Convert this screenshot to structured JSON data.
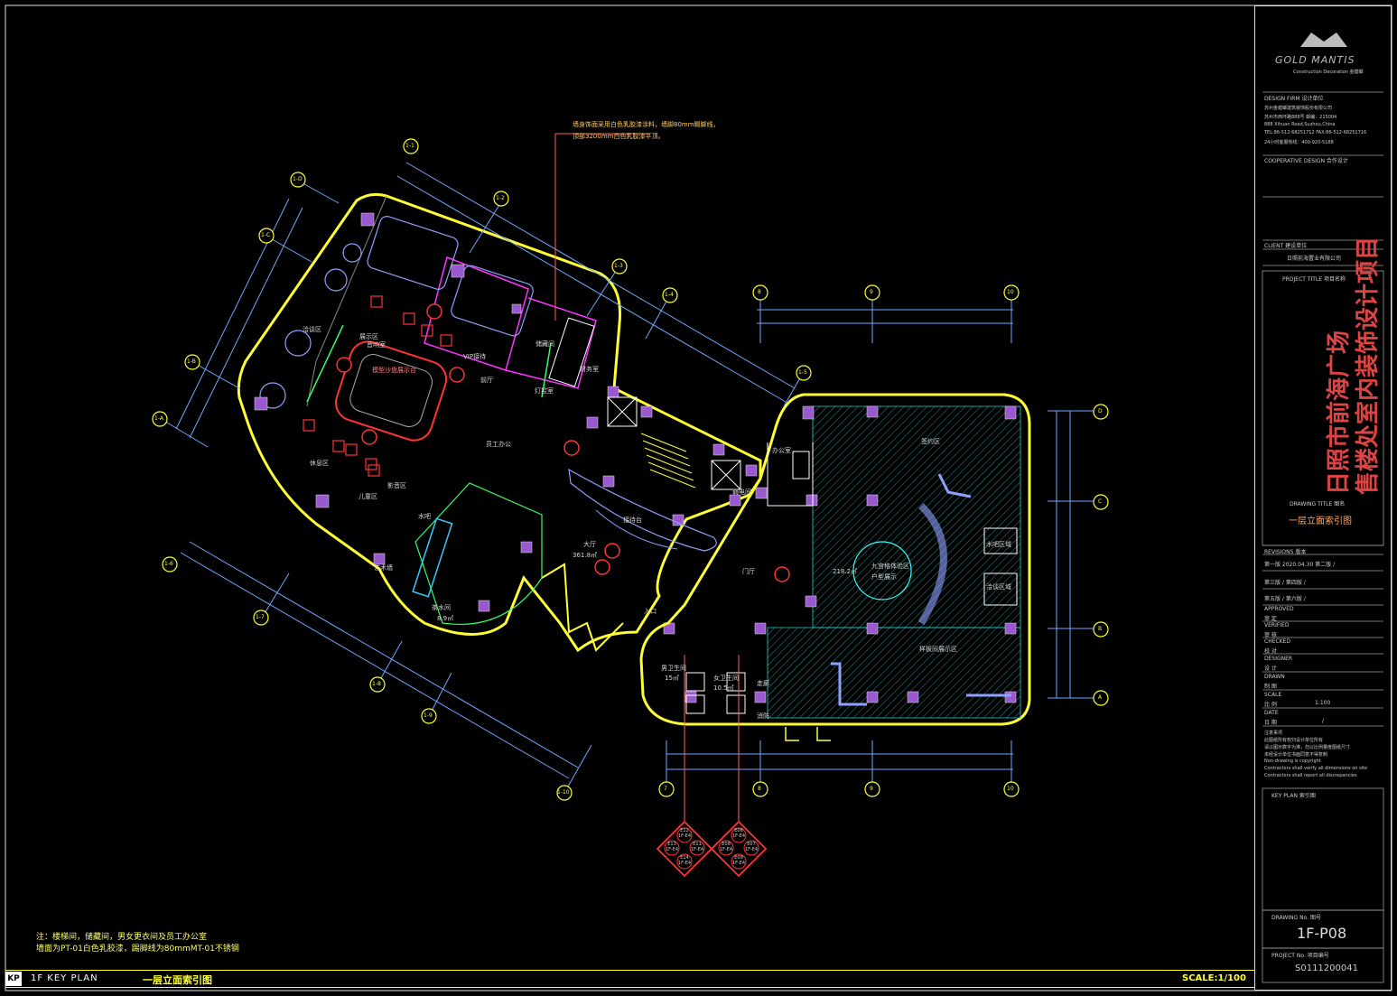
{
  "header_note": "墙身饰面采用白色乳胶漆涂料，墙脚80mm踢脚线，\n顶部3200mm白色乳胶漆平顶。",
  "grid_labels": {
    "left_group": [
      "1-1",
      "1-2",
      "1-3",
      "1-4",
      "1-5",
      "1-6",
      "1-7",
      "1-8",
      "1-9",
      "1-10",
      "1-A",
      "1-B",
      "1-C",
      "1-D"
    ],
    "right_top": [
      "8",
      "9",
      "10"
    ],
    "right_bottom": [
      "7",
      "8",
      "9",
      "10"
    ],
    "right_side": [
      "D",
      "C",
      "B",
      "A"
    ]
  },
  "rooms": {
    "display_area": "展示区",
    "sand_table": "模型沙盘展示台",
    "vip": "VIP接待",
    "negotiation": "洽谈区",
    "rest": "休息区",
    "children": "儿童区",
    "water_bar": "水吧",
    "reception": "接待台",
    "lobby": "大厅",
    "lobby_area": "361.8㎡",
    "staff_office": "员工办公",
    "office": "办公室",
    "storage": "储藏间",
    "finance": "财务室",
    "signing": "签约区",
    "sample_area": "样板间展示区",
    "experience": "九宫格体验区",
    "experience_area": "218.2㎡",
    "model_hall": "户型展示",
    "male_wc": "男卫生间",
    "male_wc_area": "15㎡",
    "female_wc": "女卫生间",
    "female_wc_area": "10.5㎡",
    "pantry": "茶水间",
    "pantry_area": "8.9㎡",
    "corridor": "走廊",
    "entrance": "入口",
    "art_wall": "艺术墙",
    "media": "影音区",
    "audio": "音响室",
    "light_room": "灯控室",
    "weak_room": "弱电间",
    "fire": "消防",
    "entry_hall": "门厅",
    "side_room_1": "水吧区域",
    "side_room_2": "洽谈区域",
    "front_hall": "前厅"
  },
  "elevation_tags": [
    "E11 1F-E4",
    "E12 1F-E4",
    "E13 1F-E4",
    "E14 1F-E4",
    "E06 1F-E4",
    "E07 1F-E4",
    "E08 1F-E4",
    "E09 1F-E4"
  ],
  "bottom_note": "注：楼梯间，储藏间，男女更衣间及员工办公室\n墙面为PT-01白色乳胶漆，踢脚线为80mmMT-01不锈钢",
  "bottom_bar": {
    "kp": "KP",
    "key_plan": "1F KEY PLAN",
    "cn_title": "一层立面索引图",
    "scale": "SCALE:1/100"
  },
  "title_block": {
    "logo": "GOLD MANTIS",
    "logo_sub": "Construction Decoration 金螳螂",
    "design_firm": "DESIGN FIRM  设计单位",
    "firm_lines": [
      "苏州金螳螂建筑装饰股份有限公司",
      "苏州市西环路888号  邮编：215004",
      "888 Xihuan Road,Suzhou,China",
      "TEL:86-512-68251712 FAX:86-512-68251716",
      "24小时客服热线：400-920-5188"
    ],
    "cooperative": "COOPERATIVE DESIGN  合作设计",
    "client_label": "CLIENT  建设单位",
    "client": "日照前海置业有限公司",
    "project_label": "PROJECT TITLE  项目名称",
    "project_line1": "日照市前海广场",
    "project_line2": "售楼处室内装饰设计项目",
    "drawing_label": "DRAWING TITLE  图名",
    "drawing_title": "一层立面索引图",
    "revisions": "REVISIONS  版本",
    "rev_rows": [
      "第一版  2020.04.30    第二版    /",
      "第三版     /          第四版    /",
      "第五版     /          第六版    /"
    ],
    "approved": "APPROVED",
    "approved_cn": "审 定",
    "verified": "VERIFIED",
    "verified_cn": "审 核",
    "checked": "CHECKED",
    "checked_cn": "校 对",
    "designer": "DESIGNER",
    "designer_cn": "设 计",
    "drawn": "DRAWN",
    "drawn_cn": "制 图",
    "scale_label": "SCALE",
    "scale_cn": "比 例",
    "scale_value": "1:100",
    "date_label": "DATE",
    "date_cn": "日 期",
    "date_value": "/",
    "notes": [
      "注意事项",
      "此图纸所有权归设计单位所有",
      "请以图示数字为准，勿以比例量度图纸尺寸",
      "未经设计单位书面同意不得复制",
      "Non-drawing is copyright",
      "Contractors shall verify all dimensions on site",
      "Contractors shall report all discrepancies"
    ],
    "key_plan": "KEY PLAN  索引图",
    "drawing_no_label": "DRAWING No.  图号",
    "drawing_no": "1F-P08",
    "project_no_label": "PROJECT No.  项目编号",
    "project_no": "S0111200041"
  }
}
